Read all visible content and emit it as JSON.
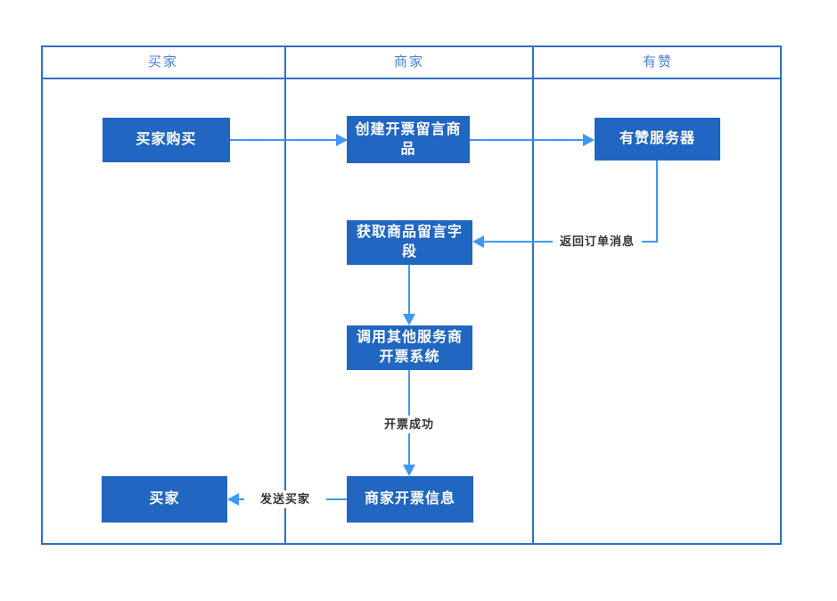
{
  "diagram": {
    "type": "swimlane-flowchart",
    "lanes": [
      {
        "label": "买家"
      },
      {
        "label": "商家"
      },
      {
        "label": "有赞"
      }
    ],
    "nodes": [
      {
        "id": "buyer-purchase",
        "lane": "买家",
        "label": "买家购买"
      },
      {
        "id": "create-invoice-note-product",
        "lane": "商家",
        "label": "创建开票留言商品"
      },
      {
        "id": "youzan-server",
        "lane": "有赞",
        "label": "有赞服务器"
      },
      {
        "id": "get-product-note-field",
        "lane": "商家",
        "label": "获取商品留言字段"
      },
      {
        "id": "call-other-provider-invoice-system",
        "lane": "商家",
        "label": "调用其他服务商开票系统"
      },
      {
        "id": "merchant-invoice-info",
        "lane": "商家",
        "label": "商家开票信息"
      },
      {
        "id": "buyer",
        "lane": "买家",
        "label": "买家"
      }
    ],
    "edges": [
      {
        "from": "buyer-purchase",
        "to": "create-invoice-note-product",
        "label": ""
      },
      {
        "from": "create-invoice-note-product",
        "to": "youzan-server",
        "label": ""
      },
      {
        "from": "youzan-server",
        "to": "get-product-note-field",
        "label": "返回订单消息"
      },
      {
        "from": "get-product-note-field",
        "to": "call-other-provider-invoice-system",
        "label": ""
      },
      {
        "from": "call-other-provider-invoice-system",
        "to": "merchant-invoice-info",
        "label": "开票成功"
      },
      {
        "from": "merchant-invoice-info",
        "to": "buyer",
        "label": "发送买家"
      }
    ],
    "colors": {
      "node_fill": "#2166c1",
      "node_text": "#ffffff",
      "lane_border": "#2f70c4",
      "lane_header_text": "#4a82d8",
      "arrow": "#3e97f4",
      "edge_label_text": "#333333",
      "canvas_bg": "#ffffff"
    }
  }
}
